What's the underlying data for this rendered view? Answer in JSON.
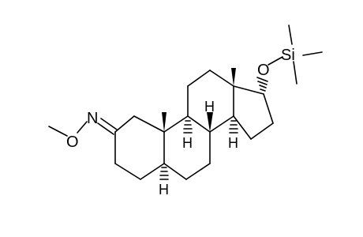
{
  "molecule": {
    "atom_labels": {
      "nitrogen": "N",
      "oxime_oxygen": "O",
      "siloxy_oxygen": "O",
      "silicon": "Si"
    },
    "hydrogen_labels": {
      "h5": "H",
      "h8": "H",
      "h9": "H",
      "h14": "H"
    },
    "colors": {
      "bond": "#000000",
      "text": "#000000",
      "background": "#ffffff"
    }
  }
}
